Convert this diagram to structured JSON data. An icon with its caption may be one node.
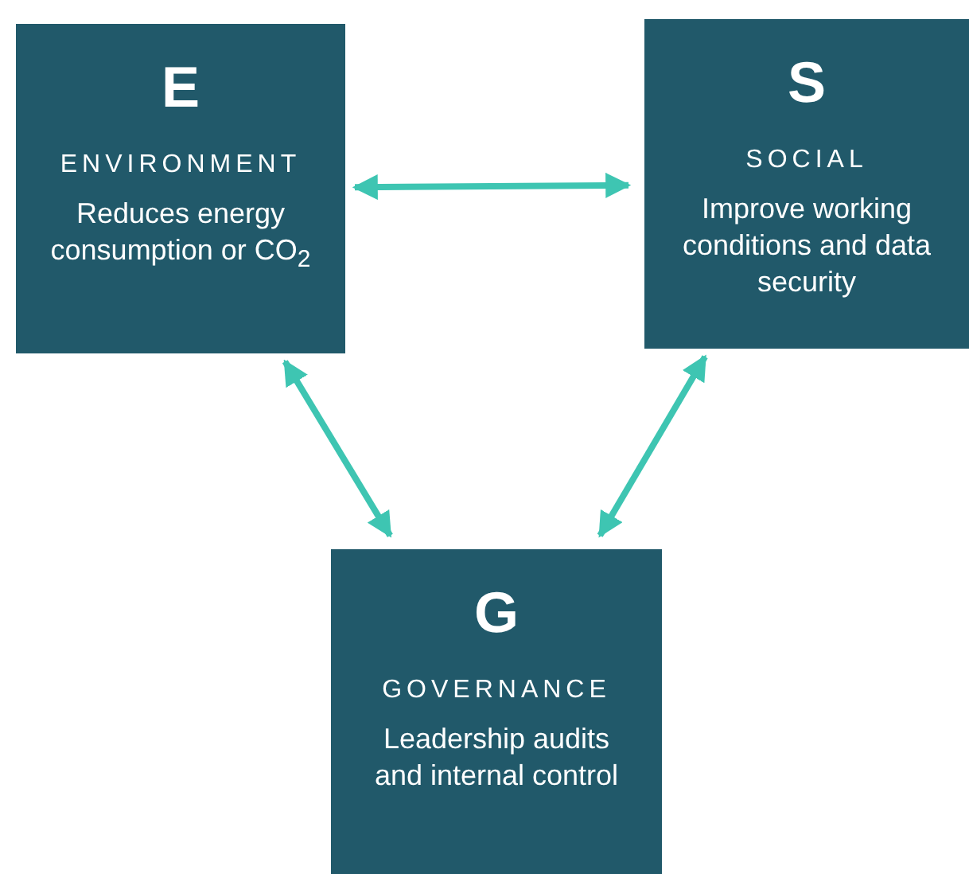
{
  "diagram": {
    "nodes": [
      {
        "text": [
          "E",
          "ENVIRONMENT",
          "Reduces energy consumption or CO$_{2}$"
        ]
      },
      {
        "text": [
          "S",
          "SOCIAL",
          "Improve working conditions and data security"
        ]
      },
      {
        "text": [
          "G",
          "GOVERNANCE",
          "Leadership audits and internal control"
        ]
      }
    ],
    "edges": [
      {
        "from": 0,
        "to": 1,
        "arrow": "both"
      },
      {
        "from": 0,
        "to": 2,
        "arrow": "both"
      },
      {
        "from": 1,
        "to": 2,
        "arrow": "both"
      }
    ]
  }
}
